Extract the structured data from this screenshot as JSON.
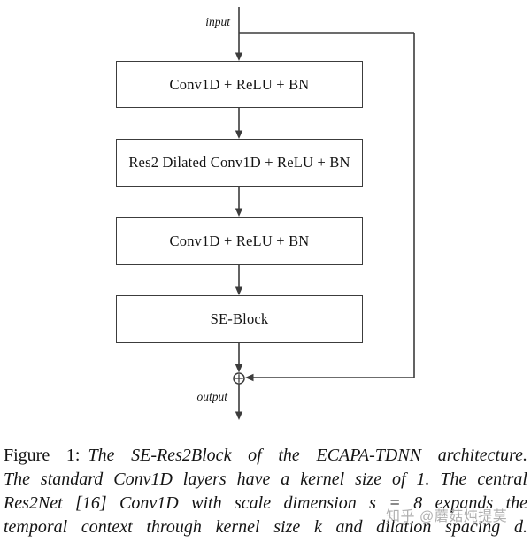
{
  "figure": {
    "input_label": "input",
    "output_label": "output",
    "blocks": [
      {
        "label": "Conv1D + ReLU + BN"
      },
      {
        "label": "Res2 Dilated Conv1D + ReLU + BN"
      },
      {
        "label": "Conv1D + ReLU + BN"
      },
      {
        "label": "SE-Block"
      }
    ],
    "sum_symbol": "circled-plus (⊕) summation node"
  },
  "caption": {
    "prefix": "Figure 1:",
    "lines": [
      "The SE-Res2Block of the ECAPA-TDNN architecture.",
      "The standard Conv1D layers have a kernel size of 1. The central",
      "Res2Net [16] Conv1D with scale dimension s = 8 expands the",
      "temporal context through kernel size k and dilation spacing d."
    ]
  },
  "watermark": {
    "text": "知乎 @蘑菇炖提莫"
  },
  "colors": {
    "line": "#3c3c3c",
    "text": "#141414",
    "watermark": "#a3a3a3"
  }
}
